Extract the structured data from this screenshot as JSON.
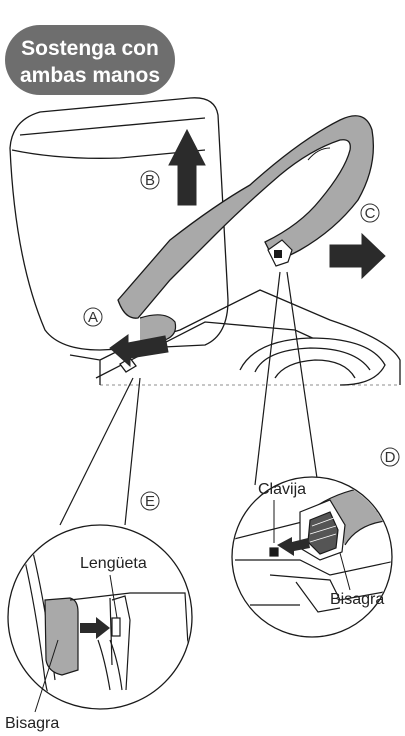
{
  "badge": {
    "line1": "Sostenga con",
    "line2": "ambas manos",
    "color": "#6e6e6e"
  },
  "markers": {
    "a": "A",
    "b": "B",
    "c": "C",
    "d": "D",
    "e": "E"
  },
  "labels": {
    "clavija": "Clavija",
    "bisagra_d": "Bisagra",
    "lengueta": "Lengüeta",
    "bisagra_e": "Bisagra"
  },
  "colors": {
    "seat": "#a9a9a9",
    "arrow": "#2b2b2b",
    "line": "#1a1a1a"
  }
}
